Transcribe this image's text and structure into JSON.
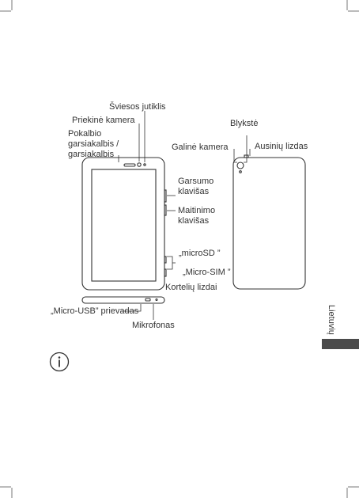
{
  "labels": {
    "light_sensor": "Šviesos jutiklis",
    "front_camera": "Priekinė kamera",
    "earpiece": "Pokalbio garsiakalbis / garsiakalbis",
    "volume": "Garsumo klavišas",
    "power": "Maitinimo klavišas",
    "microsd": "„microSD ”",
    "microsim": "„Micro-SIM ”",
    "card_slots": "Kortelių lizdai",
    "micro_usb": "„Micro-USB” prievadas",
    "microphone": "Mikrofonas",
    "flash": "Blykstė",
    "rear_camera": "Galinė kamera",
    "headset_jack": "Ausinių lizdas"
  },
  "language_tab": "Lietuvių",
  "icons": {
    "info": "info-circle-icon"
  },
  "colors": {
    "line": "#333333",
    "tab": "#4a4a4a"
  }
}
